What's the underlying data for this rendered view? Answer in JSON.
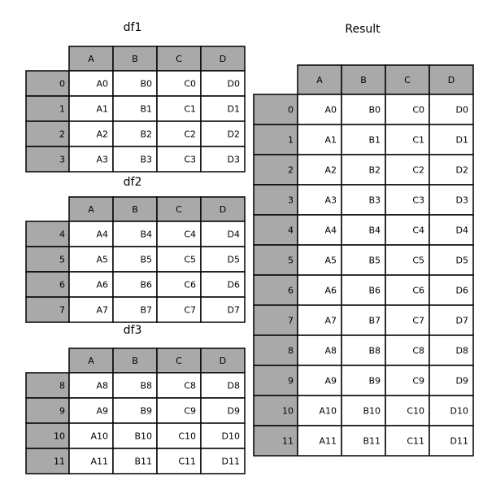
{
  "colors": {
    "header_fill": "#a9a9a9",
    "cell_fill": "#ffffff",
    "border": "#000000"
  },
  "tables": [
    {
      "id": "df1",
      "title": "df1",
      "columns": [
        "A",
        "B",
        "C",
        "D"
      ],
      "index": [
        "0",
        "1",
        "2",
        "3"
      ],
      "rows": [
        [
          "A0",
          "B0",
          "C0",
          "D0"
        ],
        [
          "A1",
          "B1",
          "C1",
          "D1"
        ],
        [
          "A2",
          "B2",
          "C2",
          "D2"
        ],
        [
          "A3",
          "B3",
          "C3",
          "D3"
        ]
      ]
    },
    {
      "id": "df2",
      "title": "df2",
      "columns": [
        "A",
        "B",
        "C",
        "D"
      ],
      "index": [
        "4",
        "5",
        "6",
        "7"
      ],
      "rows": [
        [
          "A4",
          "B4",
          "C4",
          "D4"
        ],
        [
          "A5",
          "B5",
          "C5",
          "D5"
        ],
        [
          "A6",
          "B6",
          "C6",
          "D6"
        ],
        [
          "A7",
          "B7",
          "C7",
          "D7"
        ]
      ]
    },
    {
      "id": "df3",
      "title": "df3",
      "columns": [
        "A",
        "B",
        "C",
        "D"
      ],
      "index": [
        "8",
        "9",
        "10",
        "11"
      ],
      "rows": [
        [
          "A8",
          "B8",
          "C8",
          "D8"
        ],
        [
          "A9",
          "B9",
          "C9",
          "D9"
        ],
        [
          "A10",
          "B10",
          "C10",
          "D10"
        ],
        [
          "A11",
          "B11",
          "C11",
          "D11"
        ]
      ]
    },
    {
      "id": "result",
      "title": "Result",
      "columns": [
        "A",
        "B",
        "C",
        "D"
      ],
      "index": [
        "0",
        "1",
        "2",
        "3",
        "4",
        "5",
        "6",
        "7",
        "8",
        "9",
        "10",
        "11"
      ],
      "rows": [
        [
          "A0",
          "B0",
          "C0",
          "D0"
        ],
        [
          "A1",
          "B1",
          "C1",
          "D1"
        ],
        [
          "A2",
          "B2",
          "C2",
          "D2"
        ],
        [
          "A3",
          "B3",
          "C3",
          "D3"
        ],
        [
          "A4",
          "B4",
          "C4",
          "D4"
        ],
        [
          "A5",
          "B5",
          "C5",
          "D5"
        ],
        [
          "A6",
          "B6",
          "C6",
          "D6"
        ],
        [
          "A7",
          "B7",
          "C7",
          "D7"
        ],
        [
          "A8",
          "B8",
          "C8",
          "D8"
        ],
        [
          "A9",
          "B9",
          "C9",
          "D9"
        ],
        [
          "A10",
          "B10",
          "C10",
          "D10"
        ],
        [
          "A11",
          "B11",
          "C11",
          "D11"
        ]
      ]
    }
  ]
}
